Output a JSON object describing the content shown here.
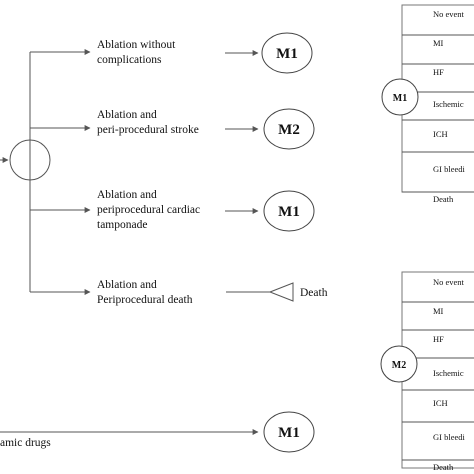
{
  "tree": {
    "branches": [
      {
        "label_lines": [
          "Ablation without",
          "complications"
        ],
        "outcome": "M1"
      },
      {
        "label_lines": [
          "Ablation and",
          "peri-procedural stroke"
        ],
        "outcome": "M2"
      },
      {
        "label_lines": [
          "Ablation and",
          "periprocedural cardiac",
          "tamponade"
        ],
        "outcome": "M1"
      },
      {
        "label_lines": [
          "Ablation and",
          "Periprocedural death"
        ],
        "outcome": "Death"
      }
    ],
    "bottom_branch": {
      "label": "amic drugs",
      "outcome": "M1"
    }
  },
  "markov": [
    {
      "node": "M1",
      "states": [
        "No event",
        "MI",
        "HF",
        "Ischemic",
        "ICH",
        "GI bleedi",
        "Death"
      ]
    },
    {
      "node": "M2",
      "states": [
        "No event",
        "MI",
        "HF",
        "Ischemic",
        "ICH",
        "GI bleedi",
        "Death"
      ]
    }
  ]
}
